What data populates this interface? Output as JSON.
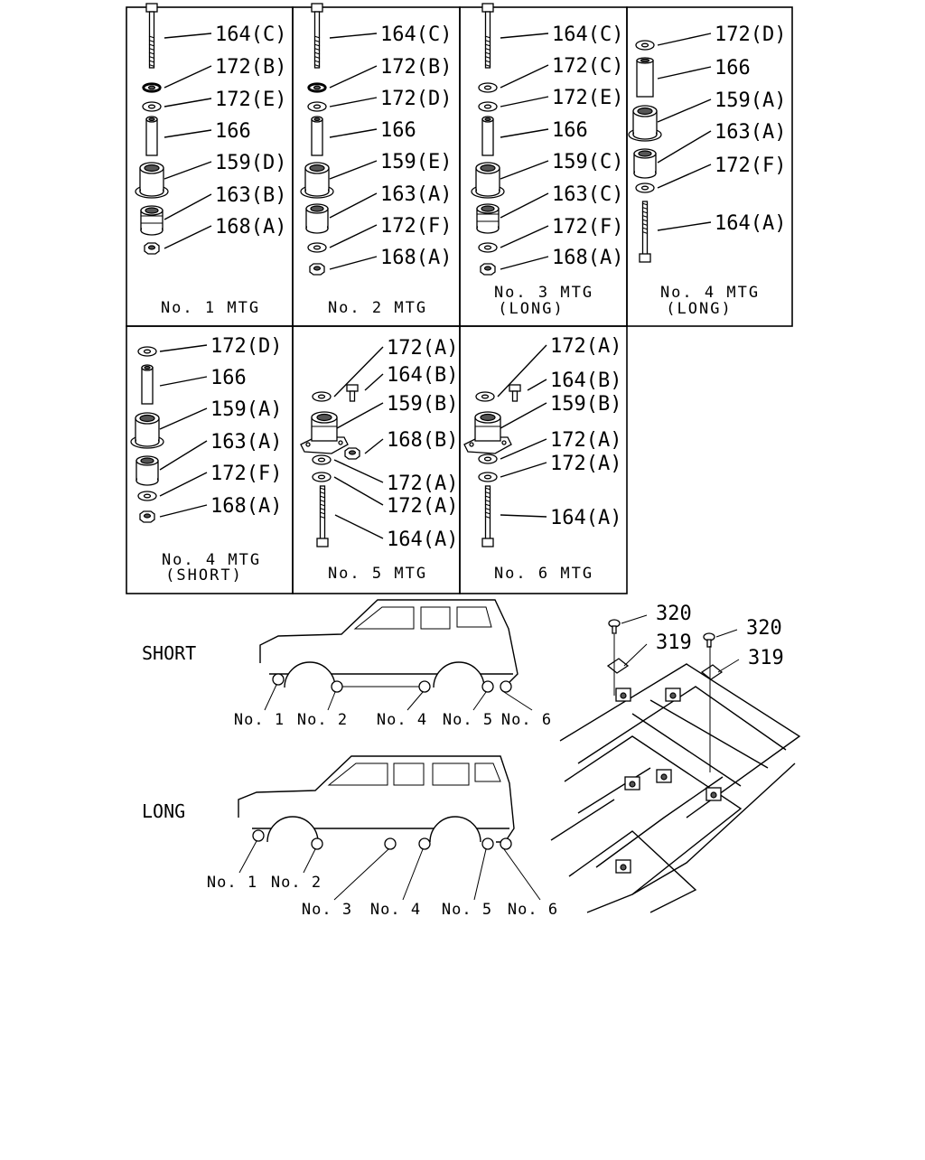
{
  "panels": [
    {
      "id": "mtg1",
      "caption": [
        "No. 1  MTG"
      ],
      "parts": [
        {
          "label": "164(C)",
          "type": "bolt-long-up"
        },
        {
          "label": "172(B)",
          "type": "washer-dark"
        },
        {
          "label": "172(E)",
          "type": "washer"
        },
        {
          "label": "166",
          "type": "sleeve"
        },
        {
          "label": "159(D)",
          "type": "mount-flange"
        },
        {
          "label": "163(B)",
          "type": "bushing-dark"
        },
        {
          "label": "168(A)",
          "type": "nut"
        }
      ]
    },
    {
      "id": "mtg2",
      "caption": [
        "No. 2  MTG"
      ],
      "parts": [
        {
          "label": "164(C)",
          "type": "bolt-long-up"
        },
        {
          "label": "172(B)",
          "type": "washer-dark"
        },
        {
          "label": "172(D)",
          "type": "washer"
        },
        {
          "label": "166",
          "type": "sleeve"
        },
        {
          "label": "159(E)",
          "type": "mount-flange"
        },
        {
          "label": "163(A)",
          "type": "bushing"
        },
        {
          "label": "172(F)",
          "type": "washer"
        },
        {
          "label": "168(A)",
          "type": "nut"
        }
      ]
    },
    {
      "id": "mtg3",
      "caption": [
        "No. 3  MTG",
        "(LONG)"
      ],
      "parts": [
        {
          "label": "164(C)",
          "type": "bolt-long-up"
        },
        {
          "label": "172(C)",
          "type": "washer"
        },
        {
          "label": "172(E)",
          "type": "washer"
        },
        {
          "label": "166",
          "type": "sleeve"
        },
        {
          "label": "159(C)",
          "type": "mount-flange"
        },
        {
          "label": "163(C)",
          "type": "bushing-dark"
        },
        {
          "label": "172(F)",
          "type": "washer"
        },
        {
          "label": "168(A)",
          "type": "nut"
        }
      ]
    },
    {
      "id": "mtg4long",
      "caption": [
        "No. 4  MTG",
        "(LONG)"
      ],
      "parts": [
        {
          "label": "172(D)",
          "type": "washer"
        },
        {
          "label": "166",
          "type": "sleeve-wide"
        },
        {
          "label": "159(A)",
          "type": "mount-flange"
        },
        {
          "label": "163(A)",
          "type": "bushing"
        },
        {
          "label": "172(F)",
          "type": "washer"
        },
        {
          "label": "164(A)",
          "type": "bolt-long-down"
        }
      ]
    },
    {
      "id": "mtg4short",
      "caption": [
        "No. 4  MTG",
        "(SHORT)"
      ],
      "parts": [
        {
          "label": "172(D)",
          "type": "washer"
        },
        {
          "label": "166",
          "type": "sleeve"
        },
        {
          "label": "159(A)",
          "type": "mount-flange"
        },
        {
          "label": "163(A)",
          "type": "bushing"
        },
        {
          "label": "172(F)",
          "type": "washer"
        },
        {
          "label": "168(A)",
          "type": "nut"
        }
      ]
    },
    {
      "id": "mtg5",
      "caption": [
        "No. 5  MTG"
      ],
      "parts": [
        {
          "label": "172(A)",
          "type": "washer"
        },
        {
          "label": "164(B)",
          "type": "bolt-short"
        },
        {
          "label": "159(B)",
          "type": "mount-bracket"
        },
        {
          "label": "168(B)",
          "type": "nut"
        },
        {
          "label": "172(A)",
          "type": "washer"
        },
        {
          "label": "172(A)",
          "type": "washer"
        },
        {
          "label": "164(A)",
          "type": "bolt-long-down"
        }
      ]
    },
    {
      "id": "mtg6",
      "caption": [
        "No. 6  MTG"
      ],
      "parts": [
        {
          "label": "172(A)",
          "type": "washer"
        },
        {
          "label": "164(B)",
          "type": "bolt-short"
        },
        {
          "label": "159(B)",
          "type": "mount-bracket"
        },
        {
          "label": "172(A)",
          "type": "washer"
        },
        {
          "label": "172(A)",
          "type": "washer"
        },
        {
          "label": "164(A)",
          "type": "bolt-long-down"
        }
      ]
    }
  ],
  "vehicles": {
    "short": {
      "label": "SHORT",
      "points": [
        "No. 1",
        "No. 2",
        "No. 4",
        "No. 5",
        "No. 6"
      ]
    },
    "long": {
      "label": "LONG",
      "points": [
        "No. 1",
        "No. 2",
        "No. 3",
        "No. 4",
        "No. 5",
        "No. 6"
      ]
    }
  },
  "frame": {
    "callouts": [
      "320",
      "319",
      "320",
      "319"
    ]
  }
}
